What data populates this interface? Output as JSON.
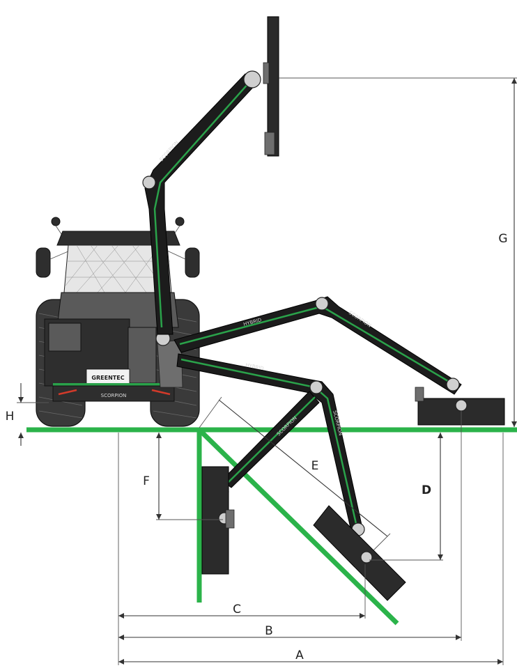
{
  "diagram": {
    "brand_text": "GREENTEC",
    "model_text": "SCORPION",
    "arm_texts": [
      "SCORPION",
      "HYBRID",
      "SCORPION",
      "HYBRID",
      "SCORPION",
      "SCORPION"
    ],
    "dimension_labels": {
      "A": "A",
      "B": "B",
      "C": "C",
      "D": "D",
      "E": "E",
      "F": "F",
      "G": "G",
      "H": "H"
    }
  },
  "colors": {
    "ground": "#2bb34a",
    "stripe": "#2aa24a",
    "machine": "#1c1c1c"
  }
}
